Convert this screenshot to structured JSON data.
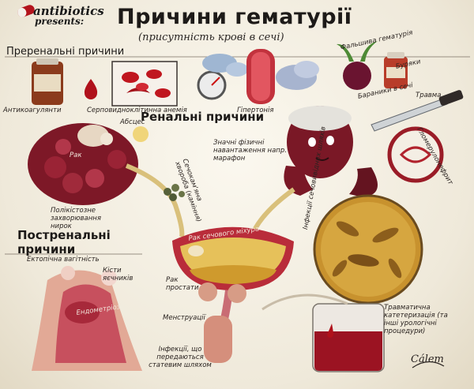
{
  "brand": {
    "name": "antibiotics",
    "suffix": "presents:"
  },
  "title": "Причини гематурії",
  "subtitle": "(присутність крові в сечі)",
  "sections": {
    "prerenal": "Преренальні причини",
    "renal": "Ренальні причини",
    "postrenal": "Постренальні причини"
  },
  "prerenal_labels": {
    "anticoagulants": "Антикоагулянти",
    "sickle_cell": "Серповидноклітинна анемія",
    "hypertension": "Гіпертонія",
    "false_hematuria": "Фальшива гематурія",
    "beets": "Буряки",
    "beets_suffix": "Бараники в сечі",
    "trauma": "Травма"
  },
  "renal_labels": {
    "abscess": "Абсцес",
    "cancer": "Рак",
    "polycystic": "Полікістозне захворювання нирок",
    "kidney_stones": "Сечокам'яна хвороба (каміння)",
    "exercise": "Значні фізичні навантаження напр. марафон",
    "glomerulonephritis": "Гломерулонефрит"
  },
  "postrenal_labels": {
    "ectopic": "Ектопічна вагітність",
    "ovarian_cysts": "Кісти яєчників",
    "endometriosis": "Ендометріоз",
    "bladder_cancer": "Рак сечового міхура",
    "prostate_cancer": "Рак простати",
    "menstruation": "Менструації",
    "std": "Інфекції, що передаються статевим шляхом",
    "uti": "Інфекції сечовивідних шляхів",
    "catheter": "Травматична катетеризація (та інші урологічні процедури)"
  },
  "signature": "Cálem",
  "colors": {
    "blood": "#a3151f",
    "kidney": "#7a1826",
    "urine": "#e8c35a",
    "skin": "#e9b9a6",
    "paper": "#f3efe4"
  }
}
